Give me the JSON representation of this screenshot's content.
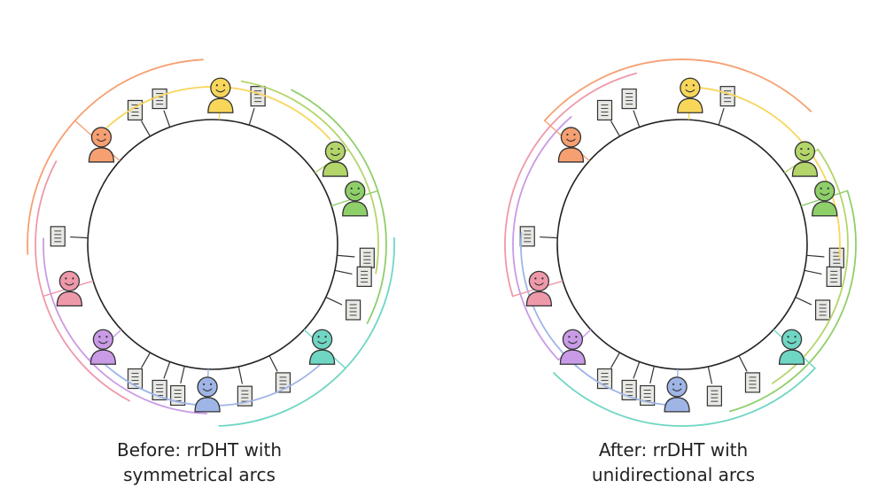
{
  "diagrams": [
    {
      "id": "left",
      "caption_line1": "Before: rrDHT with",
      "caption_line2": "symmetrical arcs",
      "arc_mode": "symmetrical"
    },
    {
      "id": "right",
      "caption_line1": "After: rrDHT with",
      "caption_line2": "unidirectional arcs",
      "arc_mode": "unidirectional"
    }
  ],
  "nodes": [
    {
      "name": "yellow-node",
      "color": "#f7d65a",
      "angle": -87
    },
    {
      "name": "green-node-1",
      "color": "#b3d56a",
      "angle": -35
    },
    {
      "name": "green-node-2",
      "color": "#8fcf6a",
      "angle": -18
    },
    {
      "name": "teal-node",
      "color": "#6fd6c3",
      "angle": 43
    },
    {
      "name": "blue-node",
      "color": "#9fb5e6",
      "angle": 92
    },
    {
      "name": "purple-node",
      "color": "#c99be6",
      "angle": 137
    },
    {
      "name": "pink-node",
      "color": "#ee99aa",
      "angle": 163
    },
    {
      "name": "orange-node",
      "color": "#f6a072",
      "angle": -138
    }
  ],
  "documents": [
    {
      "angle": -120
    },
    {
      "angle": -110
    },
    {
      "angle": -73
    },
    {
      "angle": -177
    },
    {
      "angle": 5
    },
    {
      "angle": 12
    },
    {
      "angle": 25
    },
    {
      "angle": 63
    },
    {
      "angle": 78
    },
    {
      "angle": 103
    },
    {
      "angle": 110
    },
    {
      "angle": 120
    }
  ]
}
